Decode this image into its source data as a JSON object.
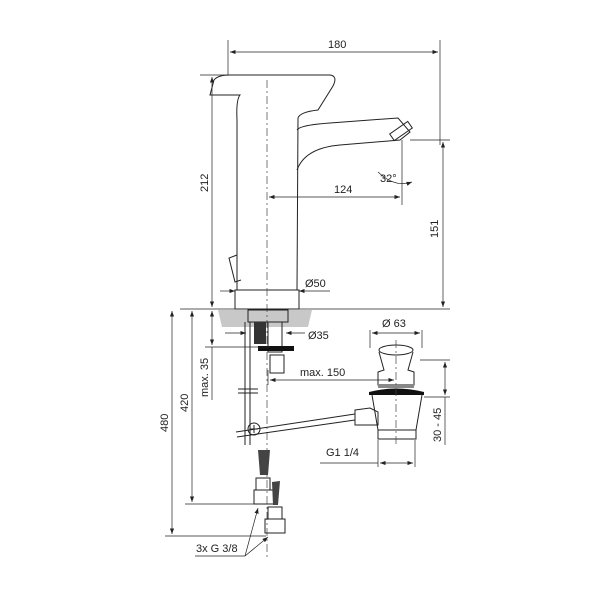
{
  "labels": {
    "width_180": "180",
    "height_212": "212",
    "reach_124": "124",
    "angle_32": "32°",
    "height_151": "151",
    "dia_50": "Ø50",
    "dia_35": "Ø35",
    "dia_63": "Ø 63",
    "max_35": "max. 35",
    "len_420": "420",
    "len_480": "480",
    "max_150": "max. 150",
    "range_30_45": "30 - 45",
    "thread_g114": "G1 1/4",
    "thread_g38": "3x G 3/8"
  },
  "colors": {
    "line": "#222222",
    "countertop": "#c8c8c8"
  }
}
